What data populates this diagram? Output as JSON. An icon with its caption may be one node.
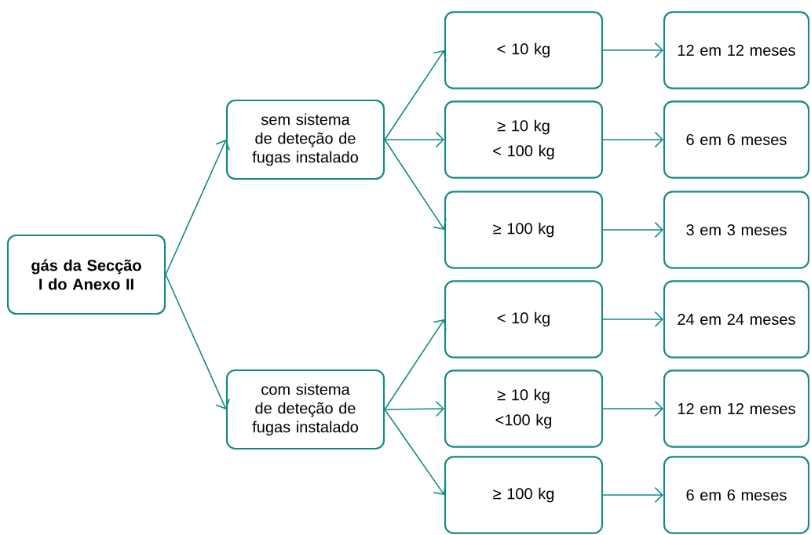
{
  "diagram": {
    "nodes": [
      {
        "text": [
          "gás da Secção I do Anexo II"
        ]
      },
      {
        "text": [
          "sem sistema de deteção de fugas instalado"
        ]
      },
      {
        "text": [
          "com sistema de deteção de fugas instalado"
        ]
      },
      {
        "text": [
          "< 10 kg"
        ]
      },
      {
        "text": [
          "≥ 10 kg",
          "< 100 kg"
        ]
      },
      {
        "text": [
          "≥ 100 kg"
        ]
      },
      {
        "text": [
          "< 10 kg"
        ]
      },
      {
        "text": [
          "≥ 10  kg",
          "<100 kg"
        ]
      },
      {
        "text": [
          "≥  100 kg"
        ]
      },
      {
        "text": [
          "12 em 12 meses"
        ]
      },
      {
        "text": [
          "6 em 6 meses"
        ]
      },
      {
        "text": [
          "3 em 3 meses"
        ]
      },
      {
        "text": [
          "24 em 24 meses"
        ]
      },
      {
        "text": [
          "12 em 12 meses"
        ]
      },
      {
        "text": [
          "6 em 6 meses"
        ]
      }
    ],
    "edges": [
      {
        "from": 0,
        "to": 1,
        "arrow": "to"
      },
      {
        "from": 0,
        "to": 2,
        "arrow": "to"
      },
      {
        "from": 1,
        "to": 3,
        "arrow": "to"
      },
      {
        "from": 1,
        "to": 4,
        "arrow": "to"
      },
      {
        "from": 1,
        "to": 5,
        "arrow": "to"
      },
      {
        "from": 2,
        "to": 6,
        "arrow": "to"
      },
      {
        "from": 2,
        "to": 7,
        "arrow": "to"
      },
      {
        "from": 2,
        "to": 8,
        "arrow": "to"
      },
      {
        "from": 3,
        "to": 9,
        "arrow": "to"
      },
      {
        "from": 4,
        "to": 10,
        "arrow": "to"
      },
      {
        "from": 5,
        "to": 11,
        "arrow": "to"
      },
      {
        "from": 6,
        "to": 12,
        "arrow": "to"
      },
      {
        "from": 7,
        "to": 13,
        "arrow": "to"
      },
      {
        "from": 8,
        "to": 14,
        "arrow": "to"
      }
    ]
  }
}
